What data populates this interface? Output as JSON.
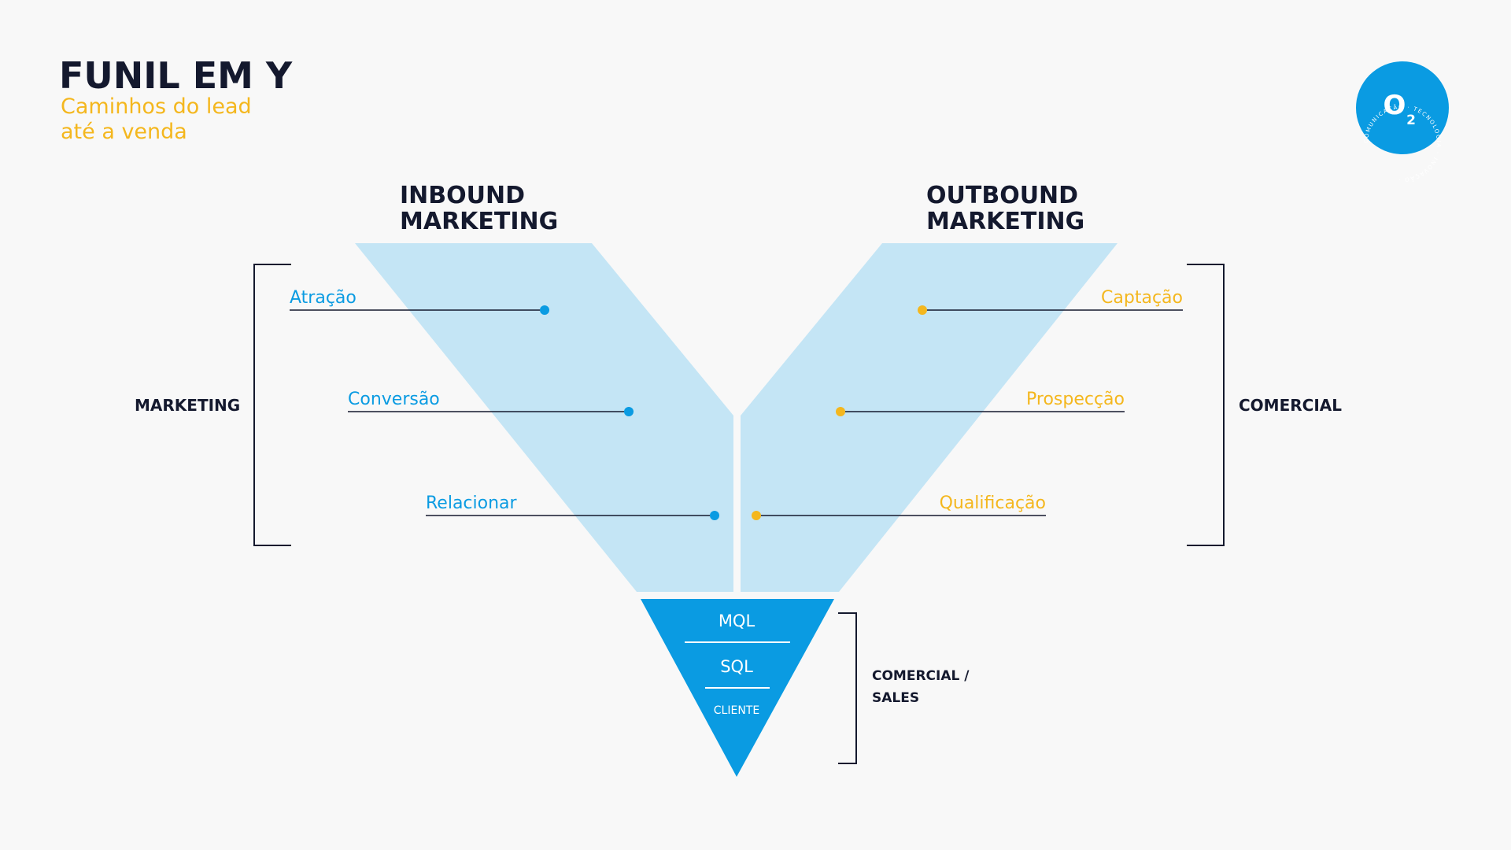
{
  "header": {
    "title": "FUNIL EM Y",
    "subtitle_line1": "Caminhos do lead",
    "subtitle_line2": "até a venda"
  },
  "logo": {
    "mark": "O",
    "mark_sub": "2",
    "ring_text": "COMUNICAÇÃO · TECNOLOGIA · INOVAÇÃO ·"
  },
  "inbound": {
    "heading_line1": "INBOUND",
    "heading_line2": "MARKETING",
    "stages": [
      "Atração",
      "Conversão",
      "Relacionar"
    ]
  },
  "outbound": {
    "heading_line1": "OUTBOUND",
    "heading_line2": "MARKETING",
    "stages": [
      "Captação",
      "Prospecção",
      "Qualificação"
    ]
  },
  "funnel": {
    "levels": [
      "MQL",
      "SQL",
      "CLIENTE"
    ]
  },
  "brackets": {
    "left_label": "MARKETING",
    "right_label": "COMERCIAL",
    "bottom_label_line1": "COMERCIAL /",
    "bottom_label_line2": "SALES"
  },
  "colors": {
    "background": "#f8f8f8",
    "navy": "#14192e",
    "blue": "#0a9be2",
    "light_blue": "#c4e5f5",
    "yellow": "#f4b71e",
    "white": "#ffffff"
  }
}
